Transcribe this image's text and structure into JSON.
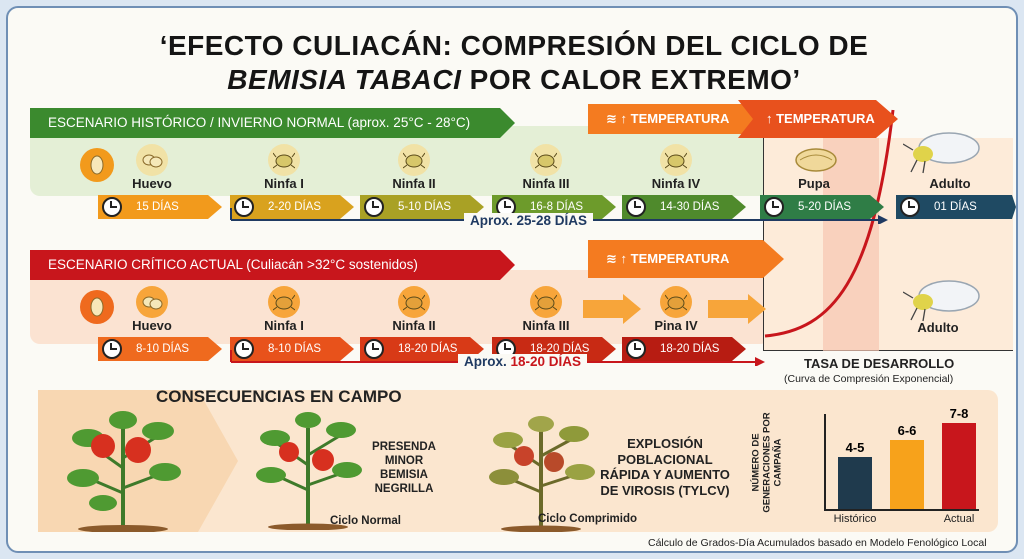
{
  "title_line1": "‘EFECTO CULIACÁN: COMPRESIÓN DEL CICLO DE",
  "title_line2_italic": "BEMISIA TABACI",
  "title_line2_rest": " POR CALOR EXTREMO’",
  "historic": {
    "banner": "ESCENARIO HISTÓRICO / INVIERNO NORMAL (aprox. 25°C - 28°C)",
    "temp_label_1": "↑ TEMPERATURA",
    "temp_label_2": "↑ TEMPERATURA",
    "stages": [
      {
        "label": "Huevo",
        "days": "15 DÍAS",
        "color": "#f29a1c"
      },
      {
        "label": "Ninfa I",
        "days": "2-20 DÍAS",
        "color": "#d9a21e"
      },
      {
        "label": "Ninfa II",
        "days": "5-10 DÍAS",
        "color": "#a9a125"
      },
      {
        "label": "Ninfa III",
        "days": "16-8 DÍAS",
        "color": "#6d9b2b"
      },
      {
        "label": "Ninfa IV",
        "days": "14-30 DÍAS",
        "color": "#4f8a2c"
      },
      {
        "label": "Pupa",
        "days": "5-20 DÍAS",
        "color": "#2f7d46"
      },
      {
        "label": "Adulto",
        "days": "01 DÍAS",
        "color": "#1f4a63"
      }
    ],
    "total": "Aprox. 25-28 DÍAS"
  },
  "critical": {
    "banner": "ESCENARIO CRÍTICO ACTUAL (Culiacán >32°C sostenidos)",
    "temp_label": "↑ TEMPERATURA",
    "stages": [
      {
        "label": "Huevo",
        "days": "8-10 DÍAS",
        "color": "#ef6a1e"
      },
      {
        "label": "Ninfa I",
        "days": "8-10 DÍAS",
        "color": "#e8521b"
      },
      {
        "label": "Ninfa II",
        "days": "18-20 DÍAS",
        "color": "#d83a17"
      },
      {
        "label": "Ninfa III",
        "days": "18-20 DÍAS",
        "color": "#c82a14"
      },
      {
        "label": "Pina IV",
        "days": "18-20 DÍAS",
        "color": "#b71c12"
      }
    ],
    "adult_label": "Adulto",
    "total_prefix": "Aprox. ",
    "total_value": "18-20 DÍAS"
  },
  "rate": {
    "title": "TASA DE DESARROLLO",
    "subtitle": "(Curva de Compresión Exponencial)"
  },
  "consequences": {
    "title": "CONSECUENCIAS EN CAMPO",
    "plant1_text": [
      "PRESENDA",
      "MINOR",
      "BEMISIA",
      "NEGRILLA"
    ],
    "plant1_caption": "Ciclo Normal",
    "plant2_text": [
      "EXPLOSIÓN",
      "POBLACIONAL",
      "RÁPIDA Y AUMENTO",
      "DE VIROSIS (TYLCV)"
    ],
    "plant2_caption": "Ciclo Comprimido"
  },
  "chart_data": {
    "type": "bar",
    "ylabel": "NÚMERO DE GENERACIONES POR CAMPAÑA",
    "categories": [
      "Histórico",
      "",
      "Actual"
    ],
    "value_labels": [
      "4-5",
      "6-6",
      "7-8"
    ],
    "values": [
      4.5,
      6,
      7.5
    ],
    "colors": [
      "#1f3a4d",
      "#f7a21b",
      "#c8161c"
    ],
    "ylim": [
      0,
      8
    ]
  },
  "footer": "Cálculo de Grados-Día Acumulados basado en Modelo Fenológico Local"
}
